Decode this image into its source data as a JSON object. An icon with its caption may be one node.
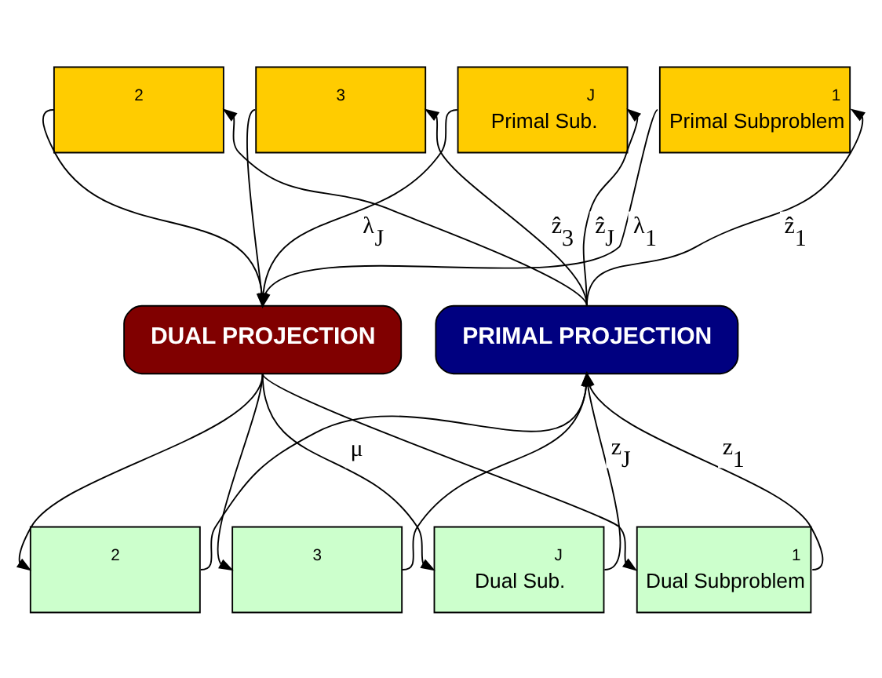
{
  "diagram": {
    "nodes": [
      {
        "text": [
          "DUAL PROJECTION"
        ]
      },
      {
        "text": [
          "PRIMAL PROJECTION"
        ]
      },
      {
        "text": [
          "J",
          "Primal Sub."
        ]
      },
      {
        "text": [
          "3"
        ]
      },
      {
        "text": [
          "2"
        ]
      },
      {
        "text": [
          "1",
          "Primal Subproblem"
        ]
      },
      {
        "text": [
          "J",
          "Dual Sub."
        ]
      },
      {
        "text": [
          "3"
        ]
      },
      {
        "text": [
          "2"
        ]
      },
      {
        "text": [
          "1",
          "Dual Subproblem"
        ]
      }
    ],
    "edges": [
      {
        "from": 1,
        "to": 2,
        "arrow": "to",
        "label": "ẑ$_{J}$"
      },
      {
        "from": 1,
        "to": 3,
        "arrow": "to",
        "label": "ẑ$_{3}$"
      },
      {
        "from": 1,
        "to": 4,
        "arrow": "to"
      },
      {
        "from": 1,
        "to": 5,
        "arrow": "to",
        "label": "ẑ$_{1}$"
      },
      {
        "from": 2,
        "to": 0,
        "arrow": "to",
        "label": "λ$_{J}$"
      },
      {
        "from": 3,
        "to": 0,
        "arrow": "to"
      },
      {
        "from": 4,
        "to": 0,
        "arrow": "to"
      },
      {
        "from": 5,
        "to": 0,
        "arrow": "to",
        "label": "λ$_{1}$"
      },
      {
        "from": 0,
        "to": 6,
        "arrow": "to",
        "label": "μ"
      },
      {
        "from": 0,
        "to": 7,
        "arrow": "to"
      },
      {
        "from": 0,
        "to": 8,
        "arrow": "to"
      },
      {
        "from": 0,
        "to": 9,
        "arrow": "to"
      },
      {
        "from": 6,
        "to": 1,
        "arrow": "to",
        "label": "z$_{J}$"
      },
      {
        "from": 7,
        "to": 1,
        "arrow": "to"
      },
      {
        "from": 8,
        "to": 1,
        "arrow": "to"
      },
      {
        "from": 9,
        "to": 1,
        "arrow": "to",
        "label": "z$_{1}$"
      }
    ]
  }
}
